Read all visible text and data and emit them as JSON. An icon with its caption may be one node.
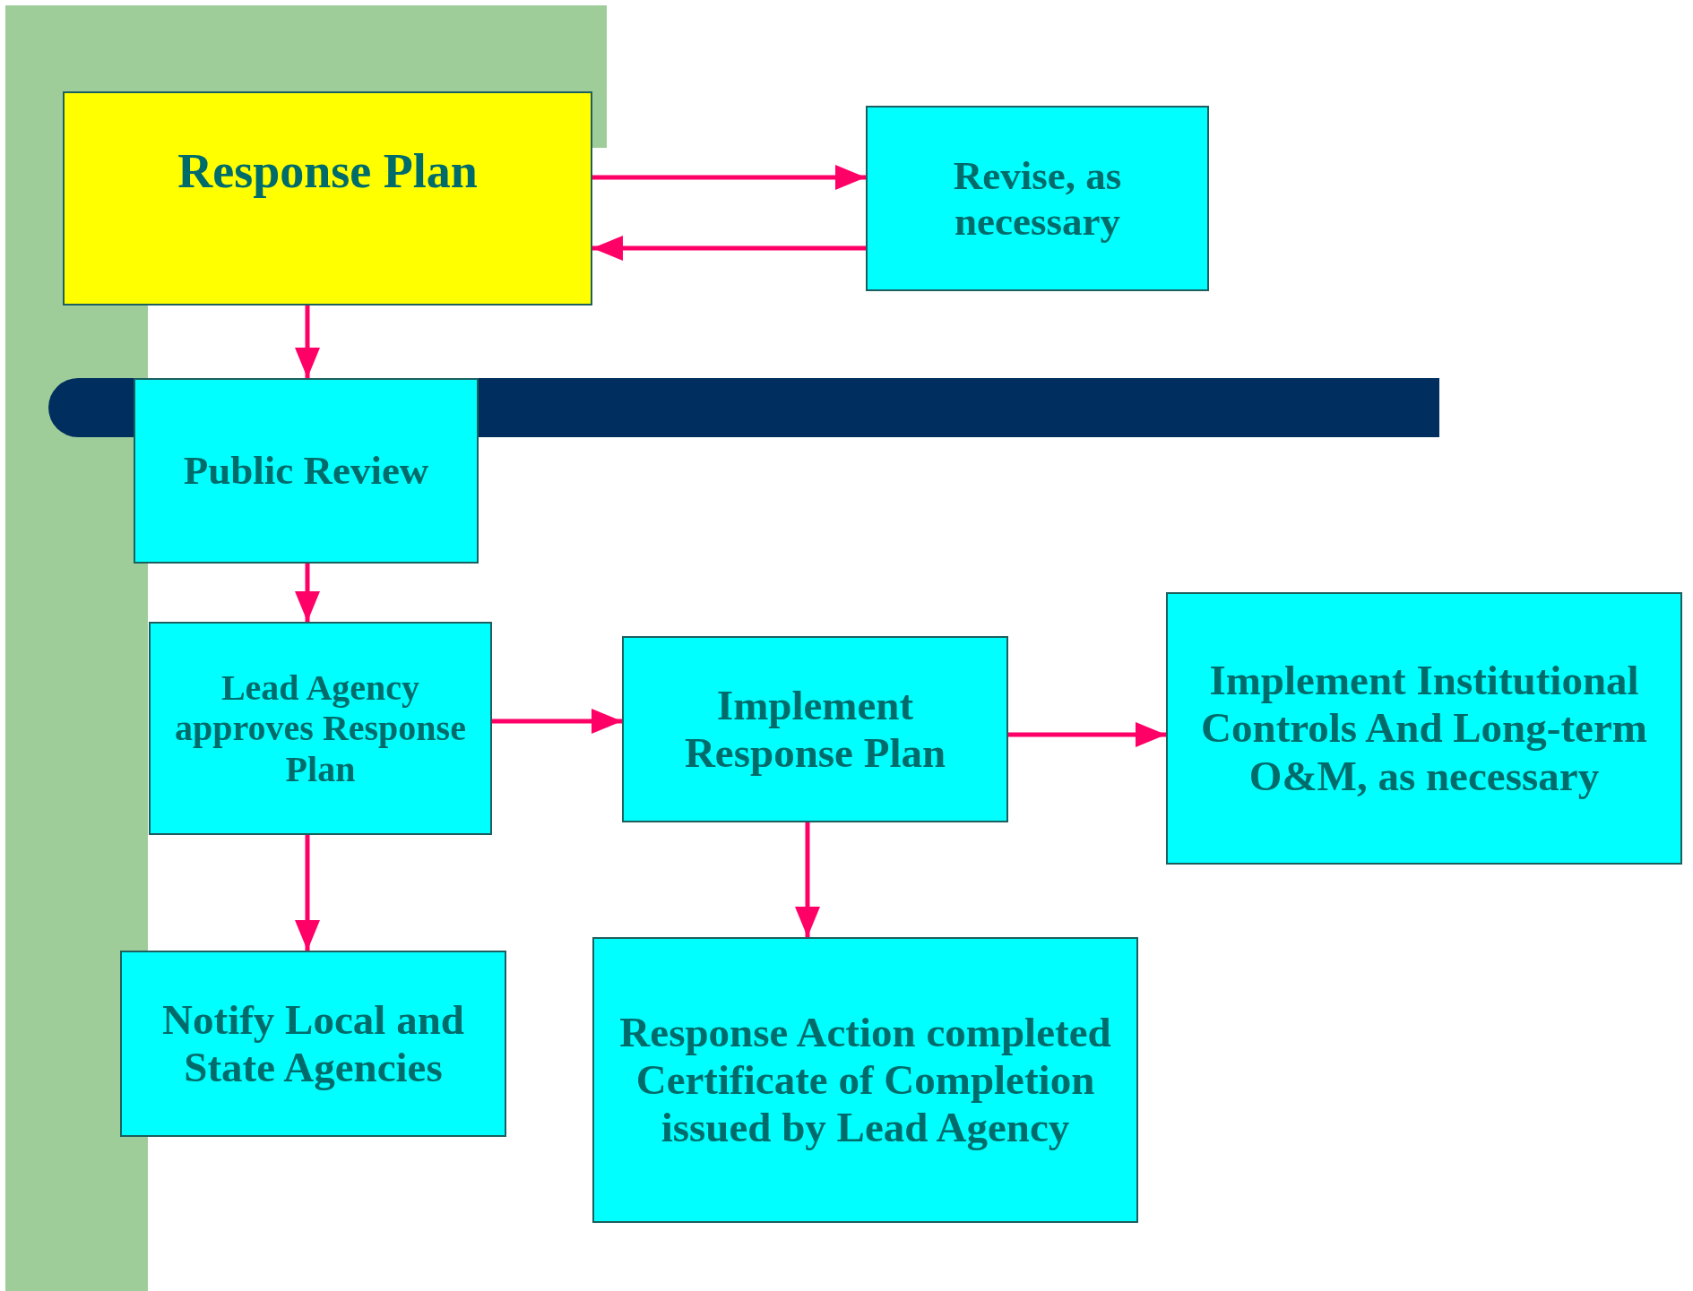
{
  "diagram": {
    "nodes": [
      {
        "text": [
          "Response Plan"
        ]
      },
      {
        "text": [
          "Revise, as necessary"
        ]
      },
      {
        "text": [
          "Public Review"
        ]
      },
      {
        "text": [
          "Lead Agency approves Response Plan"
        ]
      },
      {
        "text": [
          "Implement Response Plan"
        ]
      },
      {
        "text": [
          "Implement Institutional Controls And Long-term O&M, as necessary"
        ]
      },
      {
        "text": [
          "Notify Local and State Agencies"
        ]
      },
      {
        "text": [
          "Response Action completed Certificate of Completion issued by Lead Agency"
        ]
      }
    ],
    "edges": [
      {
        "from": 0,
        "to": 1,
        "arrow": "to"
      },
      {
        "from": 1,
        "to": 0,
        "arrow": "to"
      },
      {
        "from": 0,
        "to": 2,
        "arrow": "to"
      },
      {
        "from": 2,
        "to": 3,
        "arrow": "to"
      },
      {
        "from": 3,
        "to": 4,
        "arrow": "to"
      },
      {
        "from": 4,
        "to": 5,
        "arrow": "to"
      },
      {
        "from": 3,
        "to": 6,
        "arrow": "to"
      },
      {
        "from": 4,
        "to": 7,
        "arrow": "to"
      }
    ]
  }
}
